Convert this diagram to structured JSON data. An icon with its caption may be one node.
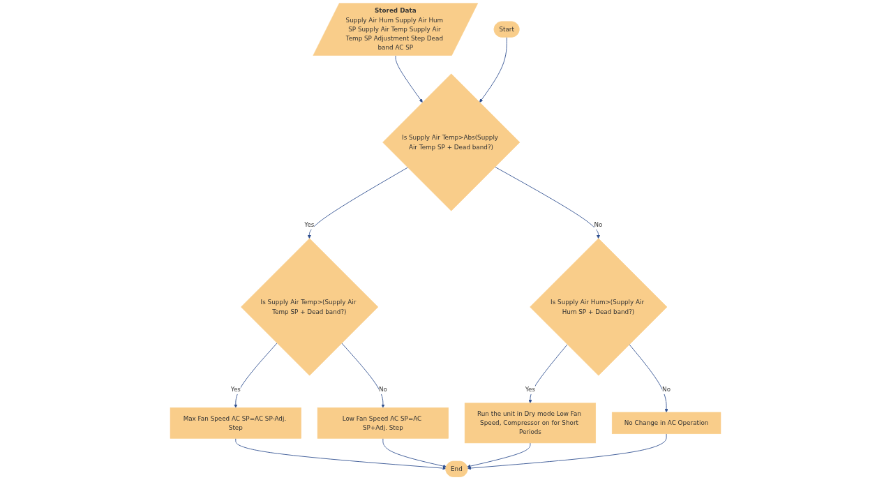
{
  "diagram": {
    "nodes": [
      {
        "text": [
          "Stored Data",
          "Supply Air Hum Supply Air Hum SP Supply Air Temp Supply Air Temp SP Adjustment Step Dead band AC SP"
        ]
      },
      {
        "text": [
          "Start"
        ]
      },
      {
        "text": [
          "Is Supply Air Temp>Abs(Supply Air Temp SP + Dead band?)"
        ]
      },
      {
        "text": [
          "Is Supply Air Hum>(Supply Air Hum SP + Dead band?)"
        ]
      },
      {
        "text": [
          "Is Supply Air Temp>(Supply Air Temp SP + Dead band?)"
        ]
      },
      {
        "text": [
          "Max Fan Speed AC SP=AC SP-Adj. Step"
        ]
      },
      {
        "text": [
          "Low Fan Speed AC SP=AC SP+Adj. Step"
        ]
      },
      {
        "text": [
          "Run the unit in Dry mode Low Fan Speed, Compressor on for Short Periods"
        ]
      },
      {
        "text": [
          "No Change in AC Operation"
        ]
      },
      {
        "text": [
          "End"
        ]
      }
    ],
    "edges": [
      {
        "from": 0,
        "to": 2,
        "arrow": "to"
      },
      {
        "from": 1,
        "to": 2,
        "arrow": "to"
      },
      {
        "from": 2,
        "to": 3,
        "label": "No",
        "arrow": "to"
      },
      {
        "from": 2,
        "to": 4,
        "label": "Yes",
        "arrow": "to"
      },
      {
        "from": 3,
        "to": 7,
        "label": "Yes",
        "arrow": "to"
      },
      {
        "from": 3,
        "to": 8,
        "label": "No",
        "arrow": "to"
      },
      {
        "from": 4,
        "to": 5,
        "label": "Yes",
        "arrow": "to"
      },
      {
        "from": 4,
        "to": 6,
        "label": "No",
        "arrow": "to"
      },
      {
        "from": 5,
        "to": 9,
        "arrow": "to"
      },
      {
        "from": 6,
        "to": 9,
        "arrow": "to"
      },
      {
        "from": 7,
        "to": 9,
        "arrow": "to"
      },
      {
        "from": 8,
        "to": 9,
        "arrow": "to"
      }
    ]
  }
}
